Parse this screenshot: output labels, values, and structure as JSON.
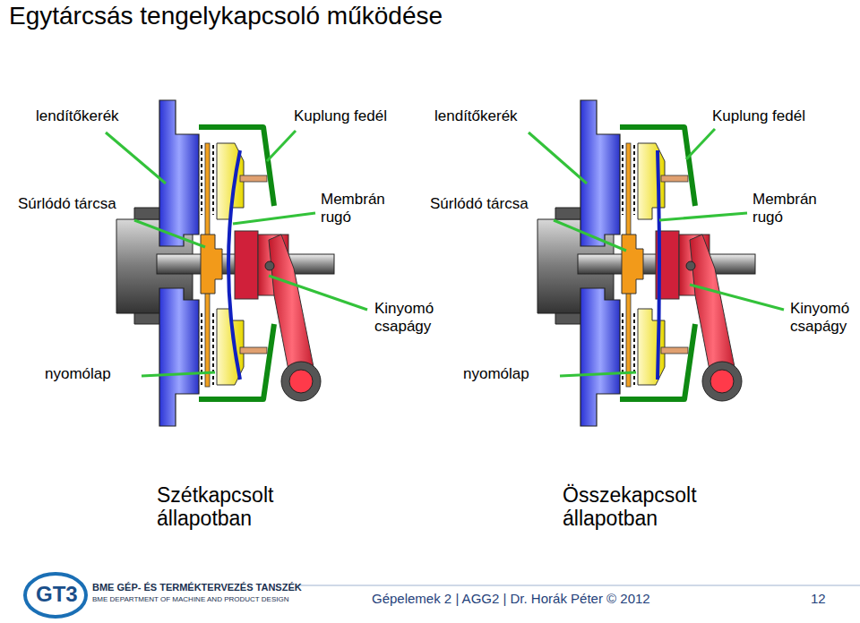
{
  "diagram": {
    "title": "Egytárcsás tengelykapcsoló működése",
    "labels": [
      "lendítőkerék",
      "Kuplung fedél",
      "lendítőkerék",
      "Kuplung fedél",
      "Súrlódó tárcsa",
      "Membrán rugó",
      "Súrlódó tárcsa",
      "Membrán rugó",
      "Kinyomó csapágy",
      "Kinyomó csapágy",
      "nyomólap",
      "nyomólap",
      "Szétkapcsolt állapotban",
      "Összekapcsolt állapotban",
      "GT3",
      "BME GÉP- ÉS TERMÉKTERVEZÉS TANSZÉK",
      "BME DEPARTMENT OF MACHINE AND PRODUCT DESIGN",
      "Gépelemek 2 | AGG2 | Dr. Horák Péter © 2012",
      "12"
    ]
  }
}
